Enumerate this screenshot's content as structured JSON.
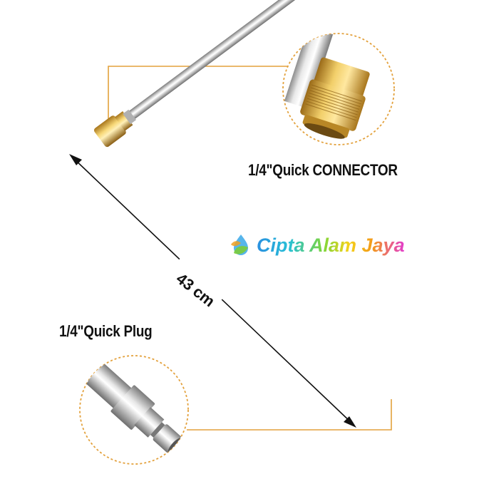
{
  "image": {
    "subject": "pressure washer extension wand",
    "colors": {
      "background": "#ffffff",
      "callout_line": "#e3a13c",
      "brass": "#d9a93c",
      "steel": "#c9c9c9",
      "label_text": "#111111"
    }
  },
  "labels": {
    "connector": "1/4\"Quick CONNECTOR",
    "plug": "1/4\"Quick Plug",
    "length": "43 cm"
  },
  "watermark": {
    "text": "Cipta Alam Jaya",
    "icon": "leaf-drop-logo-icon"
  }
}
